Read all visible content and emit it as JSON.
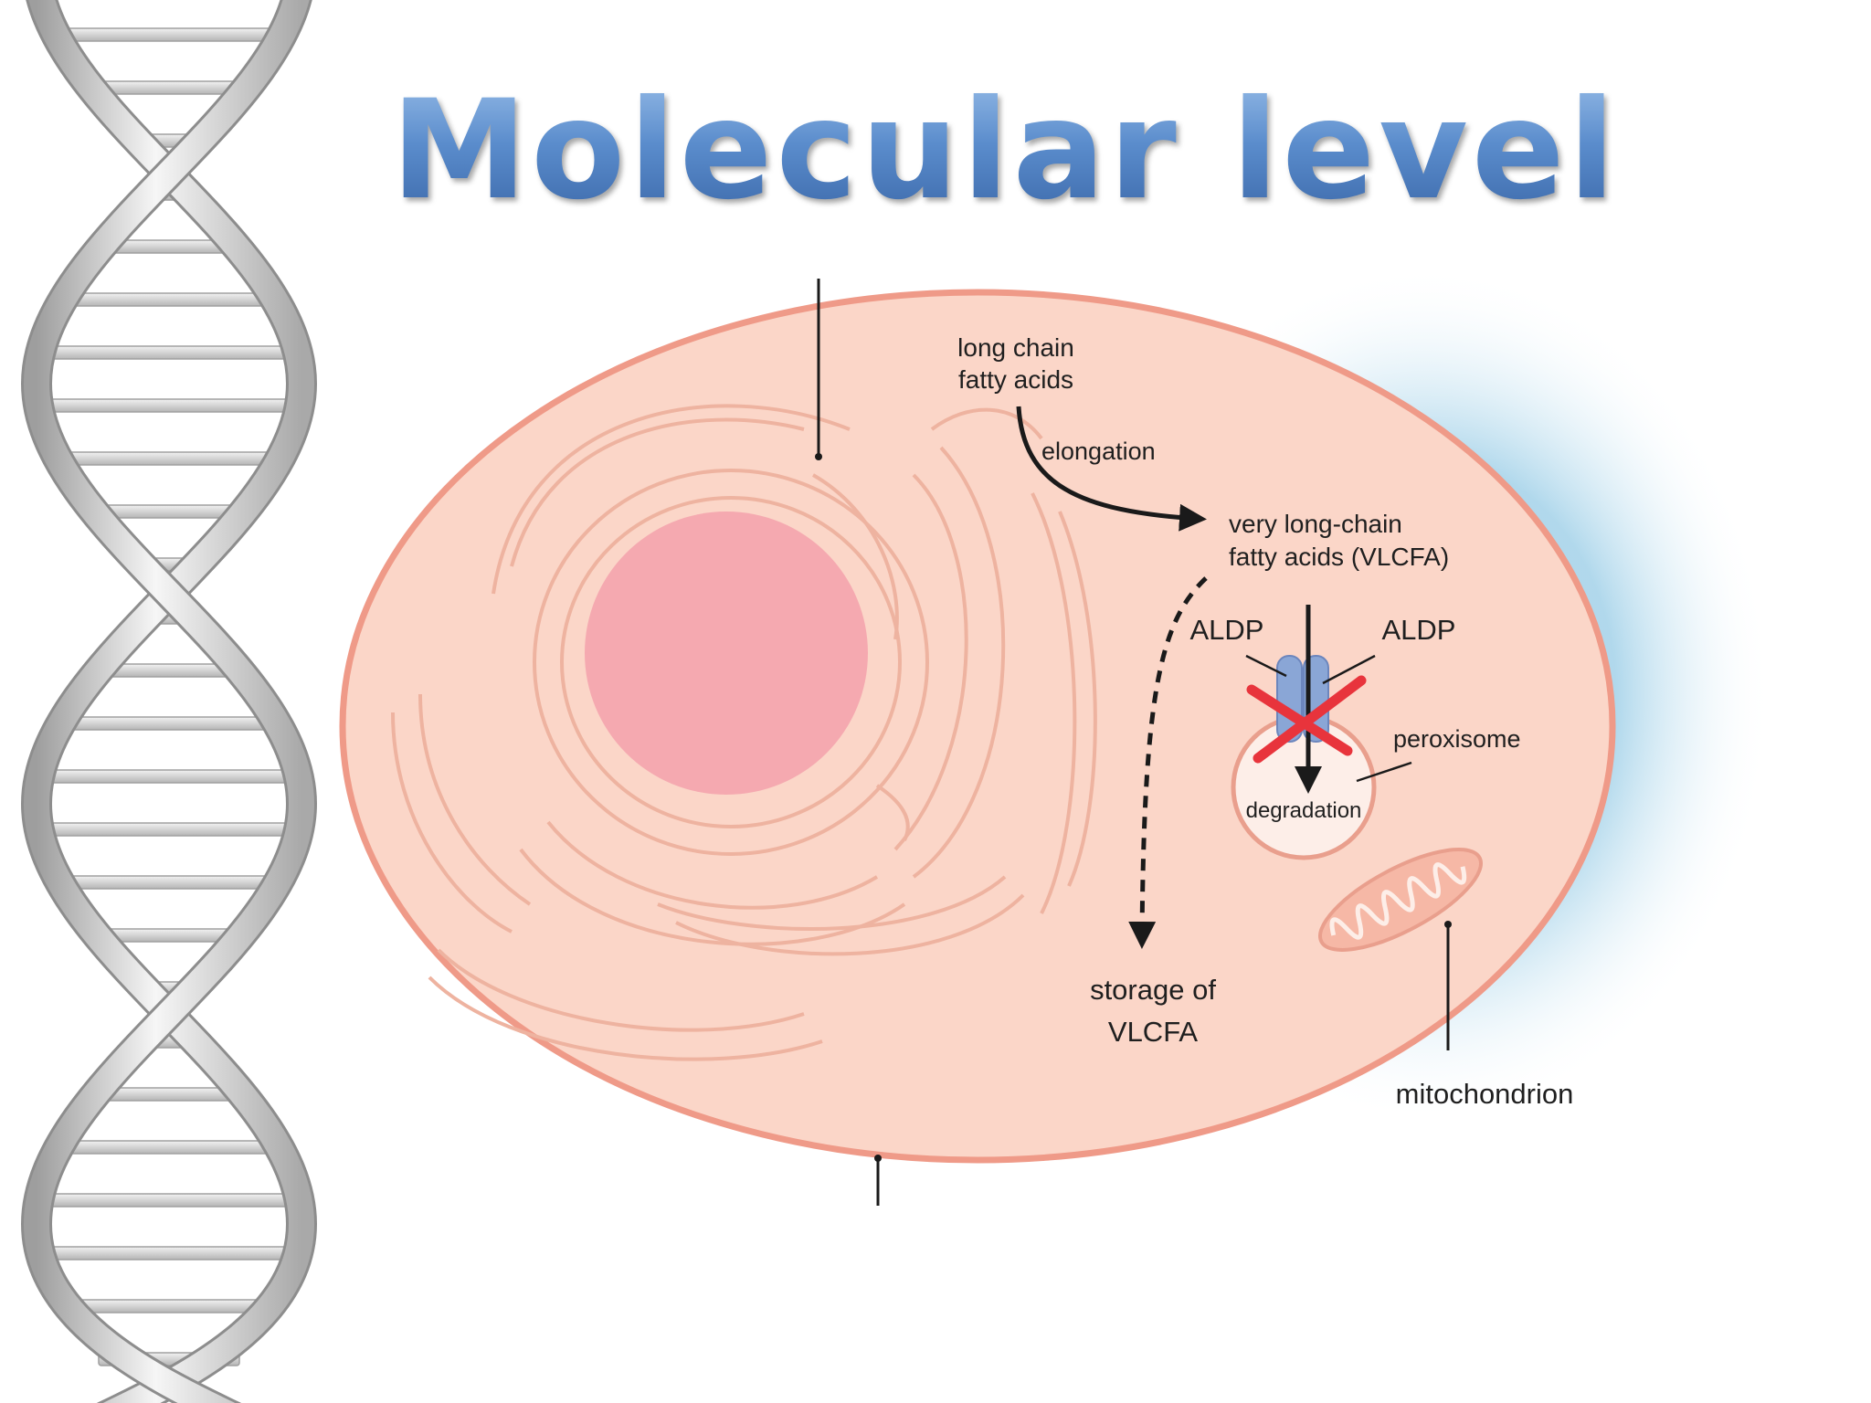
{
  "slide": {
    "title": "Molecular level"
  },
  "diagram": {
    "labels": {
      "lcfa_line1": "long chain",
      "lcfa_line2": "fatty acids",
      "elongation": "elongation",
      "vlcfa_line1": "very long-chain",
      "vlcfa_line2": "fatty acids (VLCFA)",
      "aldp_left": "ALDP",
      "aldp_right": "ALDP",
      "peroxisome": "peroxisome",
      "degradation": "degradation",
      "storage_line1": "storage of",
      "storage_line2": "VLCFA",
      "mitochondrion": "mitochondrion"
    },
    "colors": {
      "cell_fill": "#fbd6c8",
      "cell_border": "#ef9a88",
      "nucleus": "#f5a9b0",
      "organelle_stroke": "#eeb3a0",
      "glow": "#a8d4ea",
      "aldp": "#8aa6d6",
      "cross": "#e8343c",
      "arrow": "#1a1a1a"
    },
    "icons": {
      "blocked": "red-x-icon",
      "background_art": "dna-helix"
    }
  }
}
